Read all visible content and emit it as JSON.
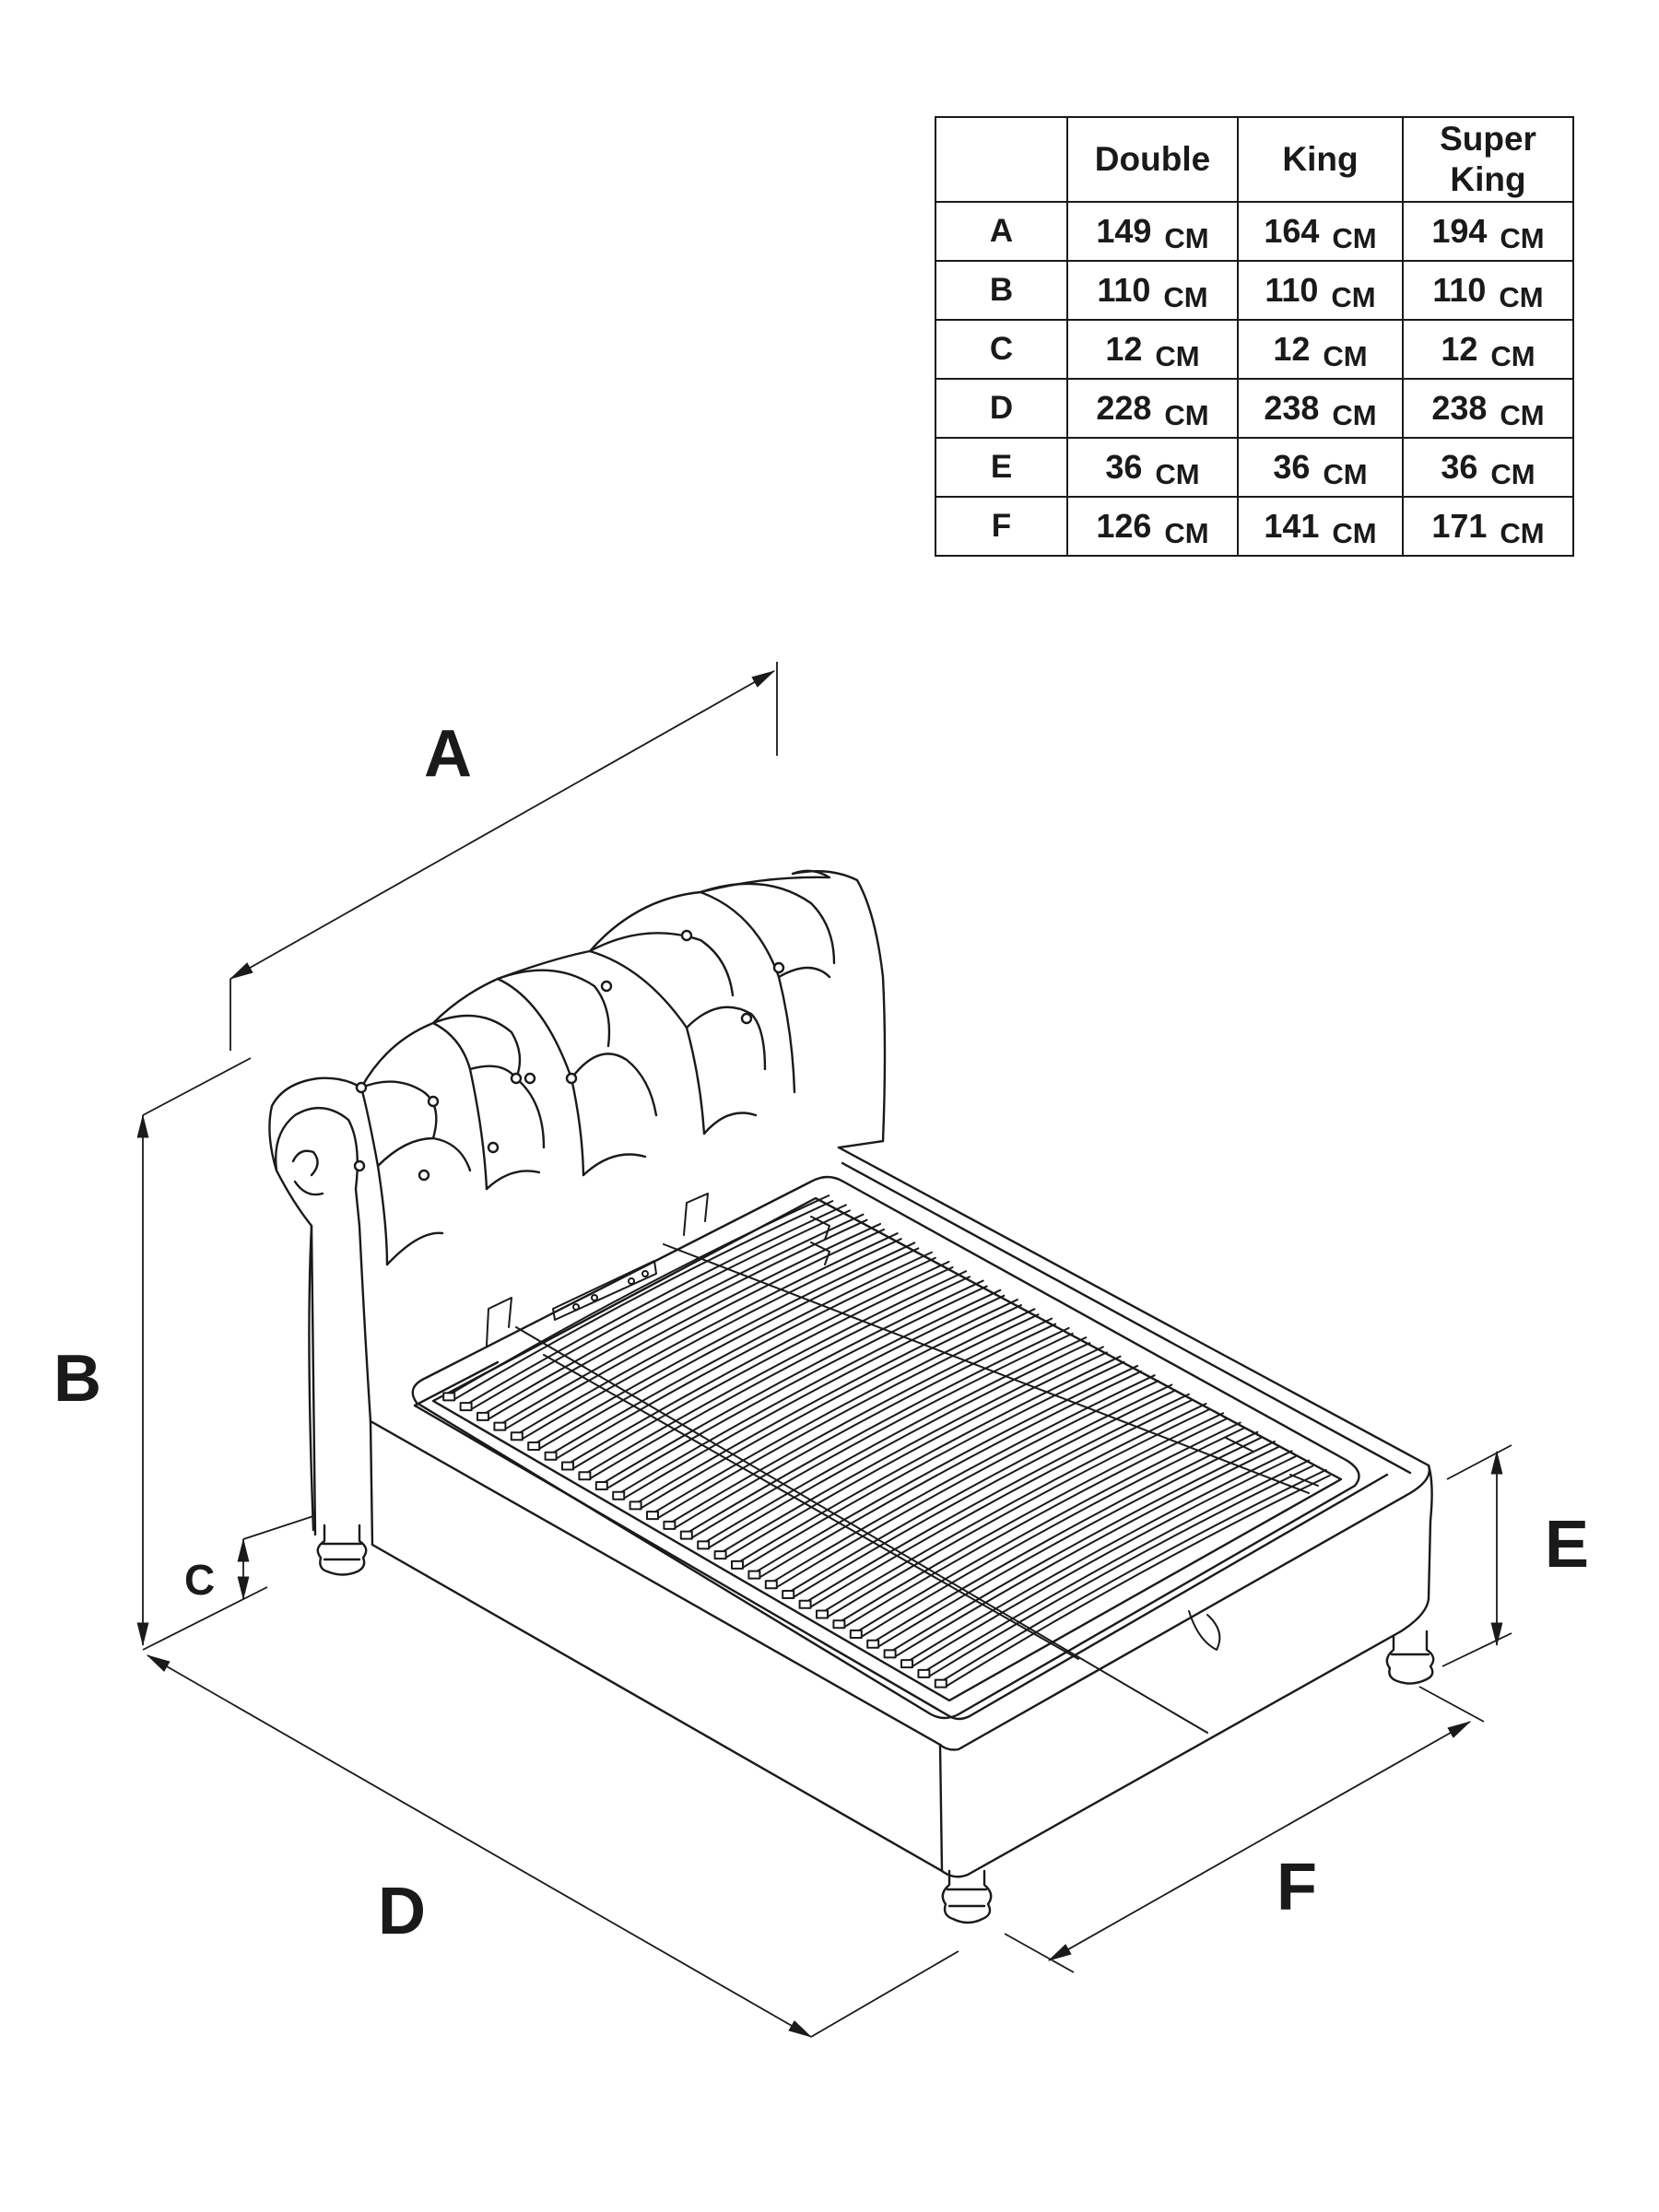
{
  "table": {
    "headers": [
      "",
      "Double",
      "King",
      "Super\nKing"
    ],
    "rows": [
      {
        "label": "A",
        "values": [
          {
            "v": "149",
            "u": "CM"
          },
          {
            "v": "164",
            "u": "CM"
          },
          {
            "v": "194",
            "u": "CM"
          }
        ]
      },
      {
        "label": "B",
        "values": [
          {
            "v": "110",
            "u": "CM"
          },
          {
            "v": "110",
            "u": "CM"
          },
          {
            "v": "110",
            "u": "CM"
          }
        ]
      },
      {
        "label": "C",
        "values": [
          {
            "v": "12",
            "u": "CM"
          },
          {
            "v": "12",
            "u": "CM"
          },
          {
            "v": "12",
            "u": "CM"
          }
        ]
      },
      {
        "label": "D",
        "values": [
          {
            "v": "228",
            "u": "CM"
          },
          {
            "v": "238",
            "u": "CM"
          },
          {
            "v": "238",
            "u": "CM"
          }
        ]
      },
      {
        "label": "E",
        "values": [
          {
            "v": "36",
            "u": "CM"
          },
          {
            "v": "36",
            "u": "CM"
          },
          {
            "v": "36",
            "u": "CM"
          }
        ]
      },
      {
        "label": "F",
        "values": [
          {
            "v": "126",
            "u": "CM"
          },
          {
            "v": "141",
            "u": "CM"
          },
          {
            "v": "171",
            "u": "CM"
          }
        ]
      }
    ]
  },
  "diagram": {
    "labels": {
      "A": "A",
      "B": "B",
      "C": "C",
      "D": "D",
      "E": "E",
      "F": "F"
    },
    "line_color": "#1a1a1a"
  }
}
